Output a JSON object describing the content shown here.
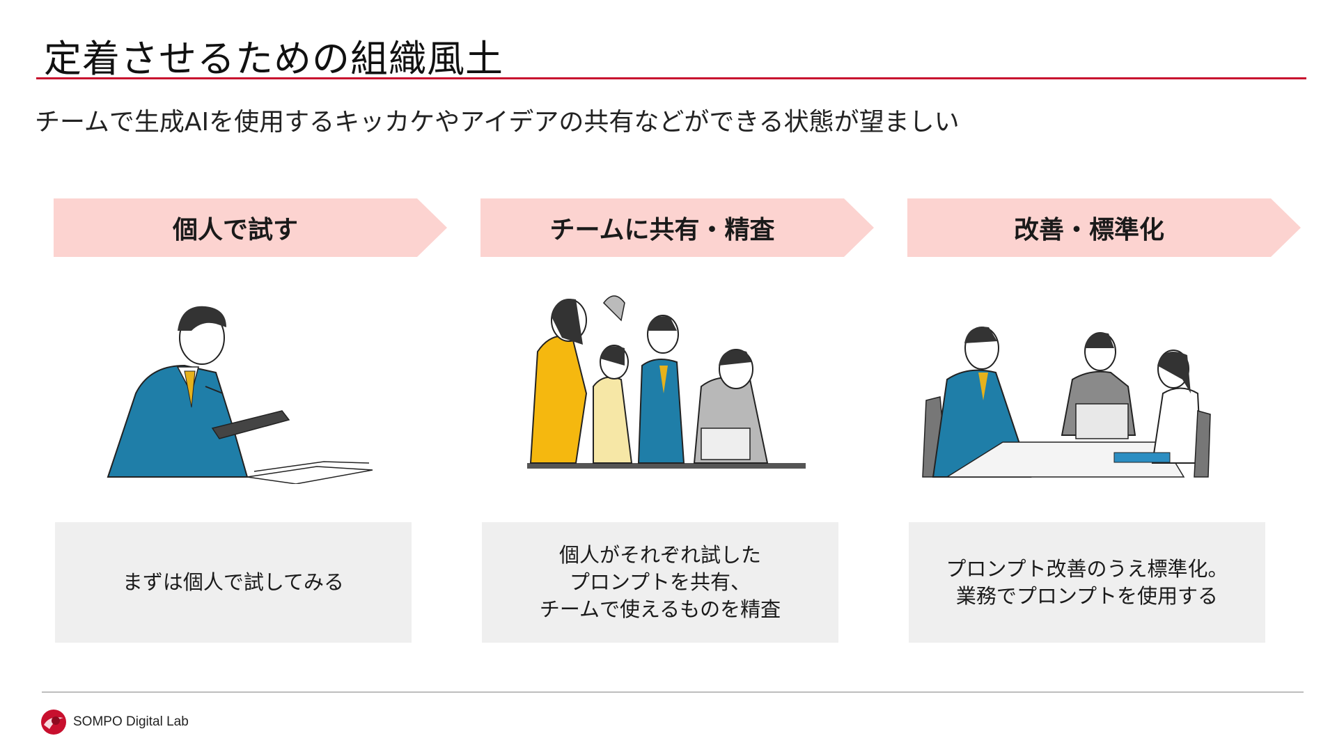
{
  "title": "定着させるための組織風土",
  "subtitle": "チームで生成AIを使用するキッカケやアイデアの共有などができる状態が望ましい",
  "colors": {
    "accent": "#c8102e",
    "arrow_fill": "#fcd3d0",
    "box_fill": "#efefef"
  },
  "steps": [
    {
      "label": "個人で試す",
      "description": "まずは個人で試してみる",
      "illustration": "person-writing-icon"
    },
    {
      "label": "チームに共有・精査",
      "description": "個人がそれぞれ試した\nプロンプトを共有、\nチームで使えるものを精査",
      "illustration": "team-discussion-icon"
    },
    {
      "label": "改善・標準化",
      "description": "プロンプト改善のうえ標準化。\n業務でプロンプトを使用する",
      "illustration": "meeting-icon"
    }
  ],
  "footer": {
    "logo_text": "SOMPO Digital Lab"
  }
}
